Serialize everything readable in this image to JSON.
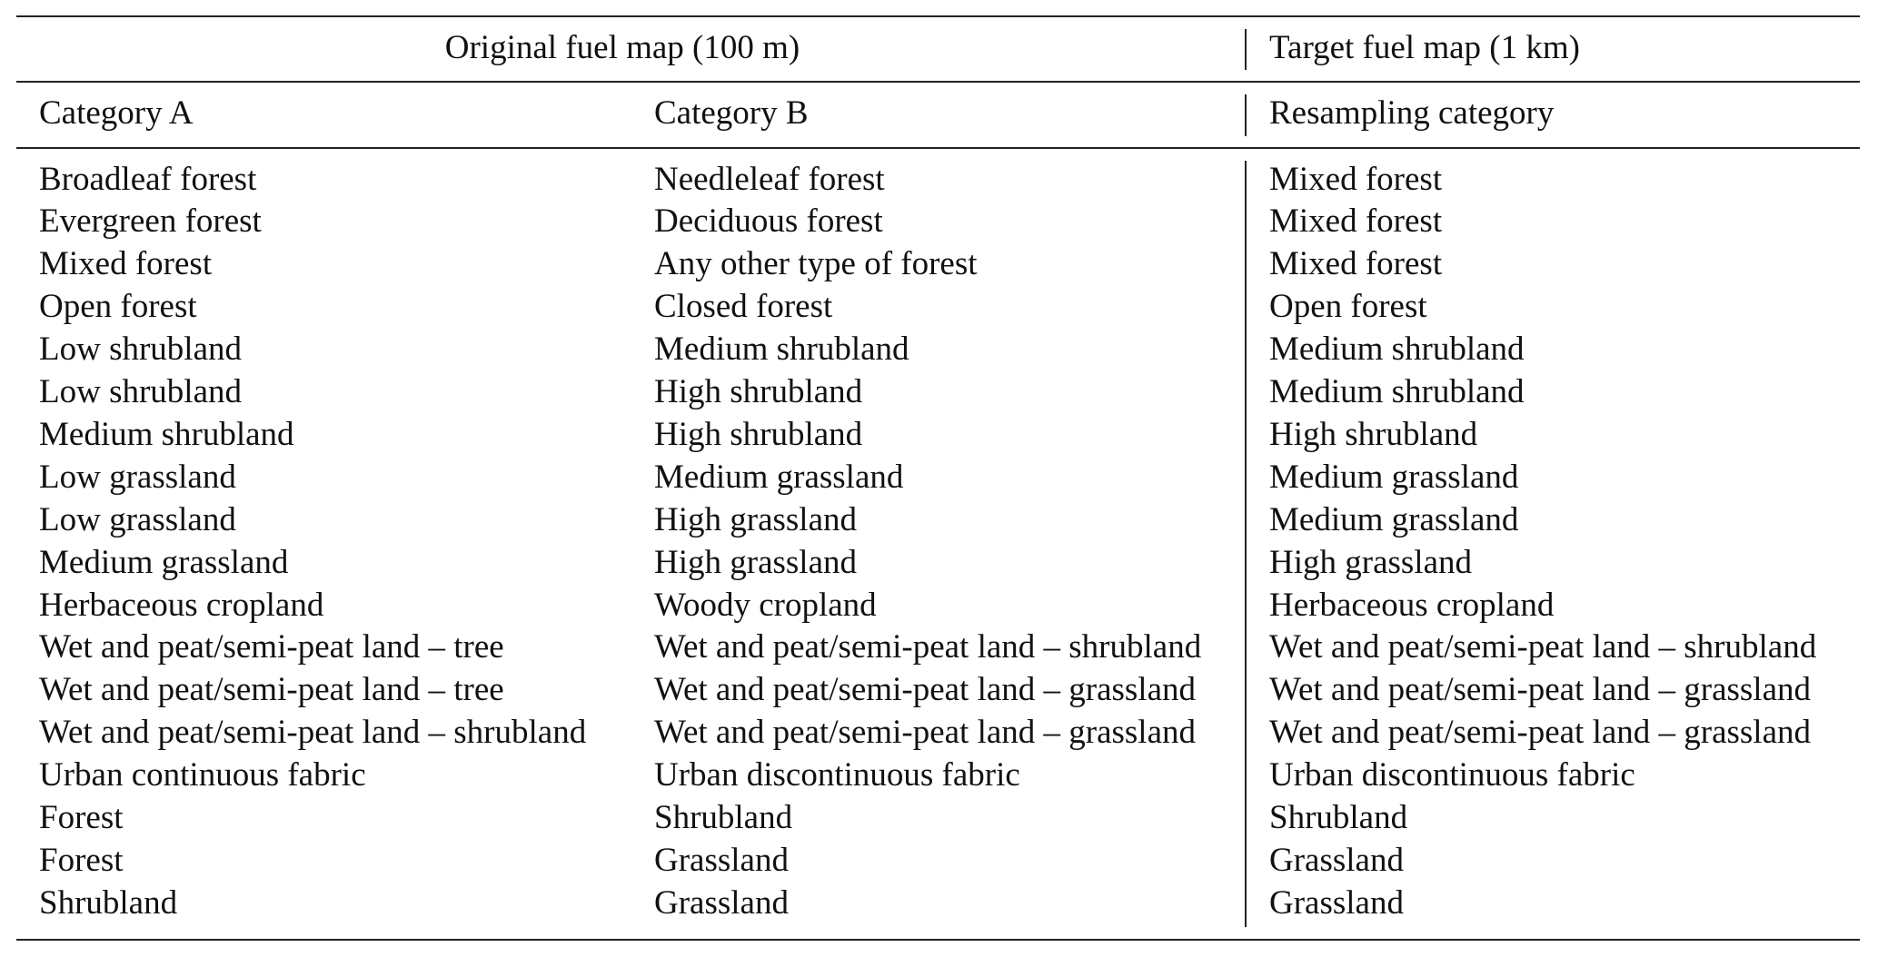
{
  "header": {
    "group_original": "Original fuel map (100 m)",
    "group_target": "Target fuel map (1 km)",
    "columns": [
      "Category A",
      "Category B",
      "Resampling category"
    ]
  },
  "rows": [
    [
      "Broadleaf forest",
      "Needleleaf forest",
      "Mixed forest"
    ],
    [
      "Evergreen forest",
      "Deciduous forest",
      "Mixed forest"
    ],
    [
      "Mixed forest",
      "Any other type of forest",
      "Mixed forest"
    ],
    [
      "Open forest",
      "Closed forest",
      "Open forest"
    ],
    [
      "Low shrubland",
      "Medium shrubland",
      "Medium shrubland"
    ],
    [
      "Low shrubland",
      "High shrubland",
      "Medium shrubland"
    ],
    [
      "Medium shrubland",
      "High shrubland",
      "High shrubland"
    ],
    [
      "Low grassland",
      "Medium grassland",
      "Medium grassland"
    ],
    [
      "Low grassland",
      "High grassland",
      "Medium grassland"
    ],
    [
      "Medium grassland",
      "High grassland",
      "High grassland"
    ],
    [
      "Herbaceous cropland",
      "Woody cropland",
      "Herbaceous cropland"
    ],
    [
      "Wet and peat/semi-peat land – tree",
      "Wet and peat/semi-peat land – shrubland",
      "Wet and peat/semi-peat land – shrubland"
    ],
    [
      "Wet and peat/semi-peat land – tree",
      "Wet and peat/semi-peat land – grassland",
      "Wet and peat/semi-peat land – grassland"
    ],
    [
      "Wet and peat/semi-peat land – shrubland",
      "Wet and peat/semi-peat land – grassland",
      "Wet and peat/semi-peat land – grassland"
    ],
    [
      "Urban continuous fabric",
      "Urban discontinuous fabric",
      "Urban discontinuous fabric"
    ],
    [
      "Forest",
      "Shrubland",
      "Shrubland"
    ],
    [
      "Forest",
      "Grassland",
      "Grassland"
    ],
    [
      "Shrubland",
      "Grassland",
      "Grassland"
    ]
  ]
}
